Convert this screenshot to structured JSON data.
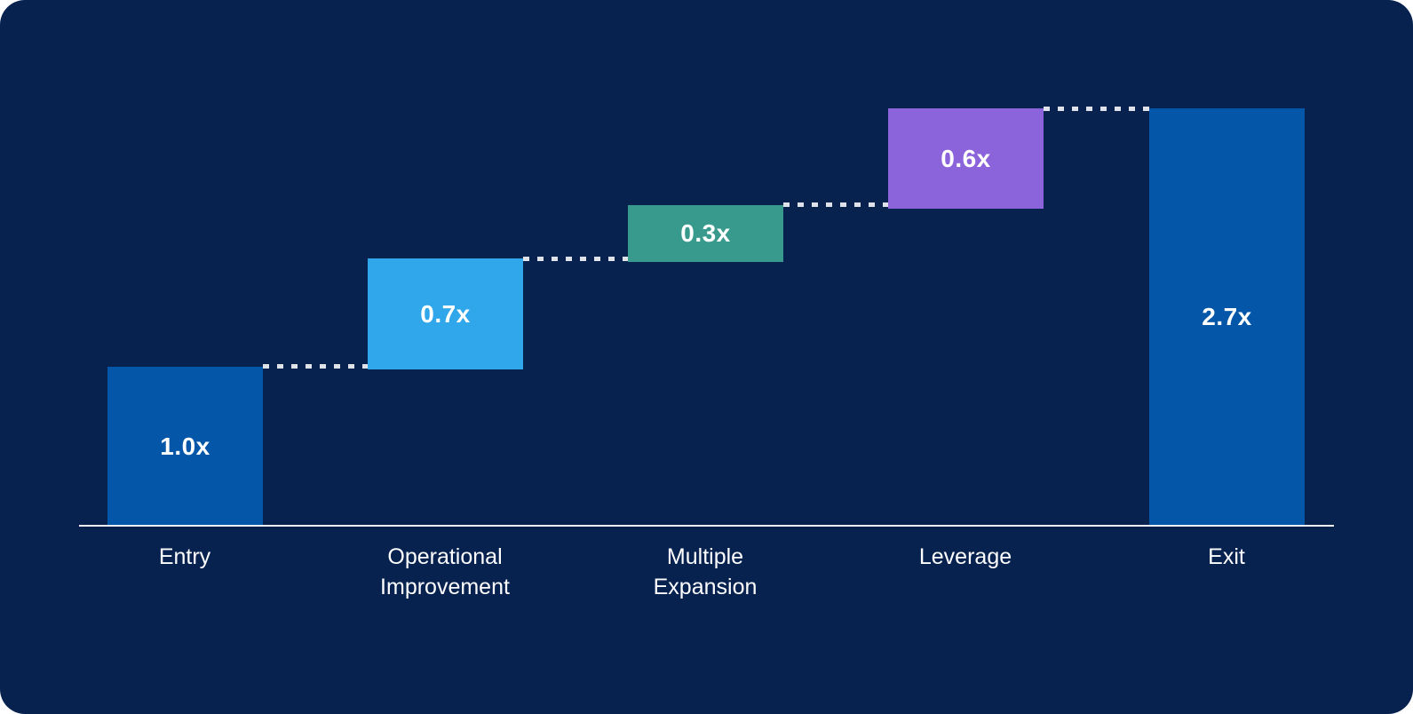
{
  "chart_data": {
    "type": "bar",
    "subtype": "waterfall",
    "categories": [
      "Entry",
      "Operational Improvement",
      "Multiple Expansion",
      "Leverage",
      "Exit"
    ],
    "values": [
      1.0,
      0.7,
      0.3,
      0.6,
      2.7
    ],
    "value_labels": [
      "1.0x",
      "0.7x",
      "0.3x",
      "0.6x",
      "2.7x"
    ],
    "bar_roles": [
      "base",
      "increase",
      "increase",
      "increase",
      "total"
    ],
    "bar_colors": [
      "#0456a8",
      "#2fa7ea",
      "#389a8c",
      "#8b63da",
      "#0456a8"
    ],
    "title": "",
    "xlabel": "",
    "ylabel": "",
    "legend": "none",
    "grid": "off",
    "baseline_value": 0,
    "cumulative_levels": [
      1.0,
      1.7,
      2.0,
      2.6,
      2.7
    ],
    "colors": {
      "panel_background": "#082250",
      "connector_dash": "#dfe2e8",
      "axis_line": "#eef0f5",
      "label_text": "#ffffff"
    }
  }
}
